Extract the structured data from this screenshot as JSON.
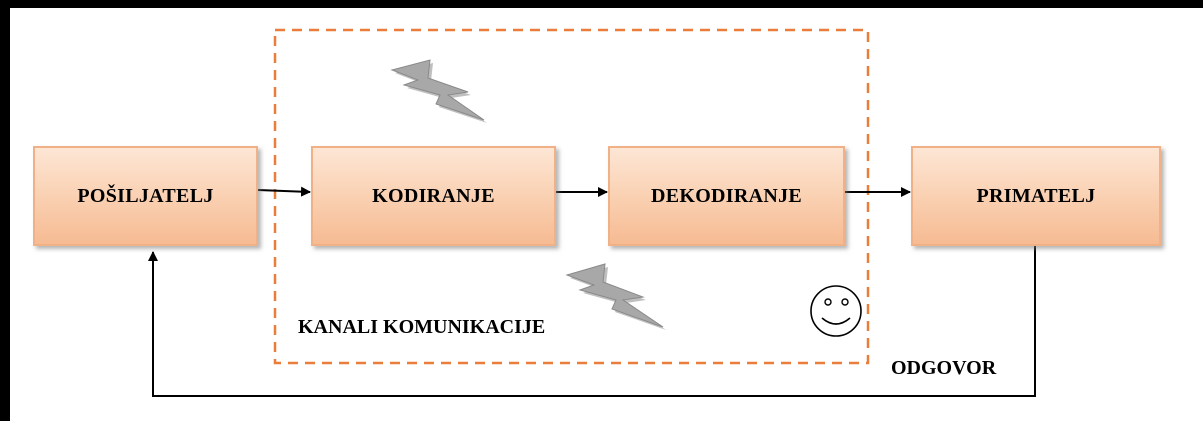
{
  "nodes": {
    "sender": "POŠILJATELJ",
    "encoding": "KODIRANJE",
    "decoding": "DEKODIRANJE",
    "receiver": "PRIMATELJ"
  },
  "labels": {
    "channel": "KANALI KOMUNIKACIJE",
    "feedback": "ODGOVOR"
  },
  "colors": {
    "node_border": "#f0b187",
    "node_fill": "#fad3b6",
    "channel_border": "#ea7d3a",
    "lightning": "#a6a6a6"
  },
  "icons": [
    "lightning-bolt-icon",
    "lightning-bolt-icon",
    "smiley-face-icon"
  ]
}
